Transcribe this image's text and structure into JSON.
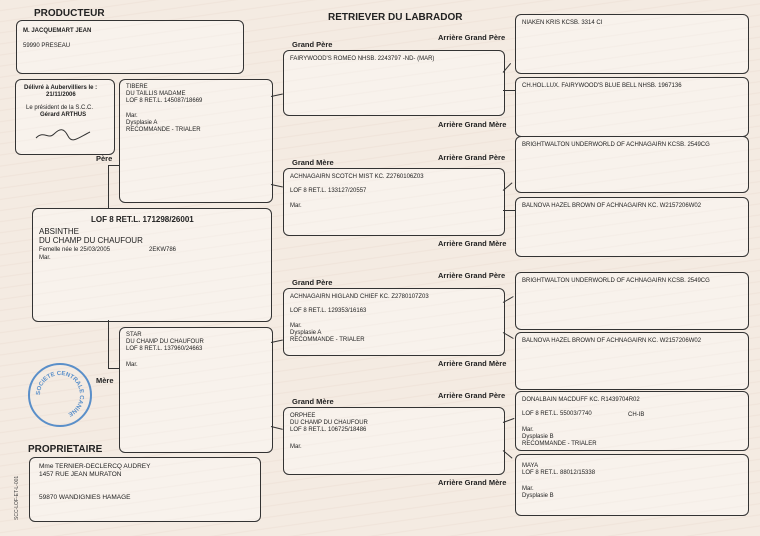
{
  "header": {
    "producteur": "PRODUCTEUR",
    "breed": "RETRIEVER DU LABRADOR",
    "proprietaire": "PROPRIETAIRE"
  },
  "producer": {
    "name": "M. JACQUEMART JEAN",
    "address": "59990 PRESEAU"
  },
  "delivery": {
    "line1": "Délivré à Aubervilliers le :",
    "date": "21/11/2006",
    "line2": "Le président de la S.C.C.",
    "president": "Gérard ARTHUS"
  },
  "labels": {
    "pere": "Père",
    "mere": "Mère",
    "grand_pere": "Grand Père",
    "grand_mere": "Grand Mère",
    "arriere_gp": "Arrière Grand Père",
    "arriere_gm": "Arrière Grand Mère"
  },
  "dog": {
    "lof": "LOF 8 RET.L. 171298/26001",
    "name1": "ABSINTHE",
    "name2": "DU CHAMP DU CHAUFOUR",
    "birth": "Femelle née le  25/03/2005",
    "id": "2EKW786",
    "mar": "Mar."
  },
  "father": {
    "line1": "TIBERE",
    "line2": "DU TAILLIS MADAME",
    "lof": "LOF 8 RET.L. 145087/18669",
    "mar": "Mar.",
    "dysplasie": "Dysplasie A",
    "note": "RECOMMANDE - TRIALER"
  },
  "mother": {
    "line1": "STAR",
    "line2": "DU CHAMP DU CHAUFOUR",
    "lof": "LOF 8 RET.L. 137960/24663",
    "mar": "Mar."
  },
  "gp1": {
    "line1": "FAIRYWOOD'S ROMEO NHSB. 2243797 -ND- (MAR)"
  },
  "gm1": {
    "line1": "ACHNAGAIRN SCOTCH MIST KC. Z2760106Z03",
    "lof": "LOF 8 RET.L. 133127/20557",
    "mar": "Mar."
  },
  "gp2": {
    "line1": "ACHNAGAIRN HIGLAND CHIEF KC. Z2780107Z03",
    "lof": "LOF 8 RET.L. 129353/16163",
    "mar": "Mar.",
    "dysplasie": "Dysplasie A",
    "note": "RECOMMANDE - TRIALER"
  },
  "gm2": {
    "line1": "ORPHEE",
    "line2": "DU CHAMP DU CHAUFOUR",
    "lof": "LOF 8 RET.L. 106725/18486",
    "mar": "Mar."
  },
  "ggp": [
    {
      "line1": "NIAKEN KRIS  KCSB. 3314 CI"
    },
    {
      "line1": "CH.HOL.LUX. FAIRYWOOD'S BLUE BELL  NHSB. 1967136"
    },
    {
      "line1": "BRIGHTWALTON UNDERWORLD OF ACHNAGAIRN KCSB. 2549CG"
    },
    {
      "line1": "BALNOVA HAZEL BROWN OF ACHNAGAIRN KC. W2157206W02"
    },
    {
      "line1": "BRIGHTWALTON UNDERWORLD OF ACHNAGAIRN KCSB. 2549CG"
    },
    {
      "line1": "BALNOVA HAZEL BROWN OF ACHNAGAIRN KC. W2157206W02"
    },
    {
      "line1": "DONALBAIN MACDUFF KC. R1439704R02",
      "lof": "LOF 8 RET.L. 55003/7740",
      "extra": "CH-IB",
      "mar": "Mar.",
      "dysplasie": "Dysplasie B",
      "note": "RECOMMANDE - TRIALER"
    },
    {
      "line1": "MAYA",
      "lof": "LOF 8 RET.L. 88012/15338",
      "mar": "Mar.",
      "dysplasie": "Dysplasie B"
    }
  ],
  "owner": {
    "name": "Mme TERNIER-DECLERCQ AUDREY",
    "street": "1457 RUE JEAN MURATON",
    "city": "59870 WANDIGNIES HAMAGE"
  },
  "side_code": "SCC-LOF-ET-L-001",
  "seal_text": "SOCIETE CENTRALE CANINE"
}
